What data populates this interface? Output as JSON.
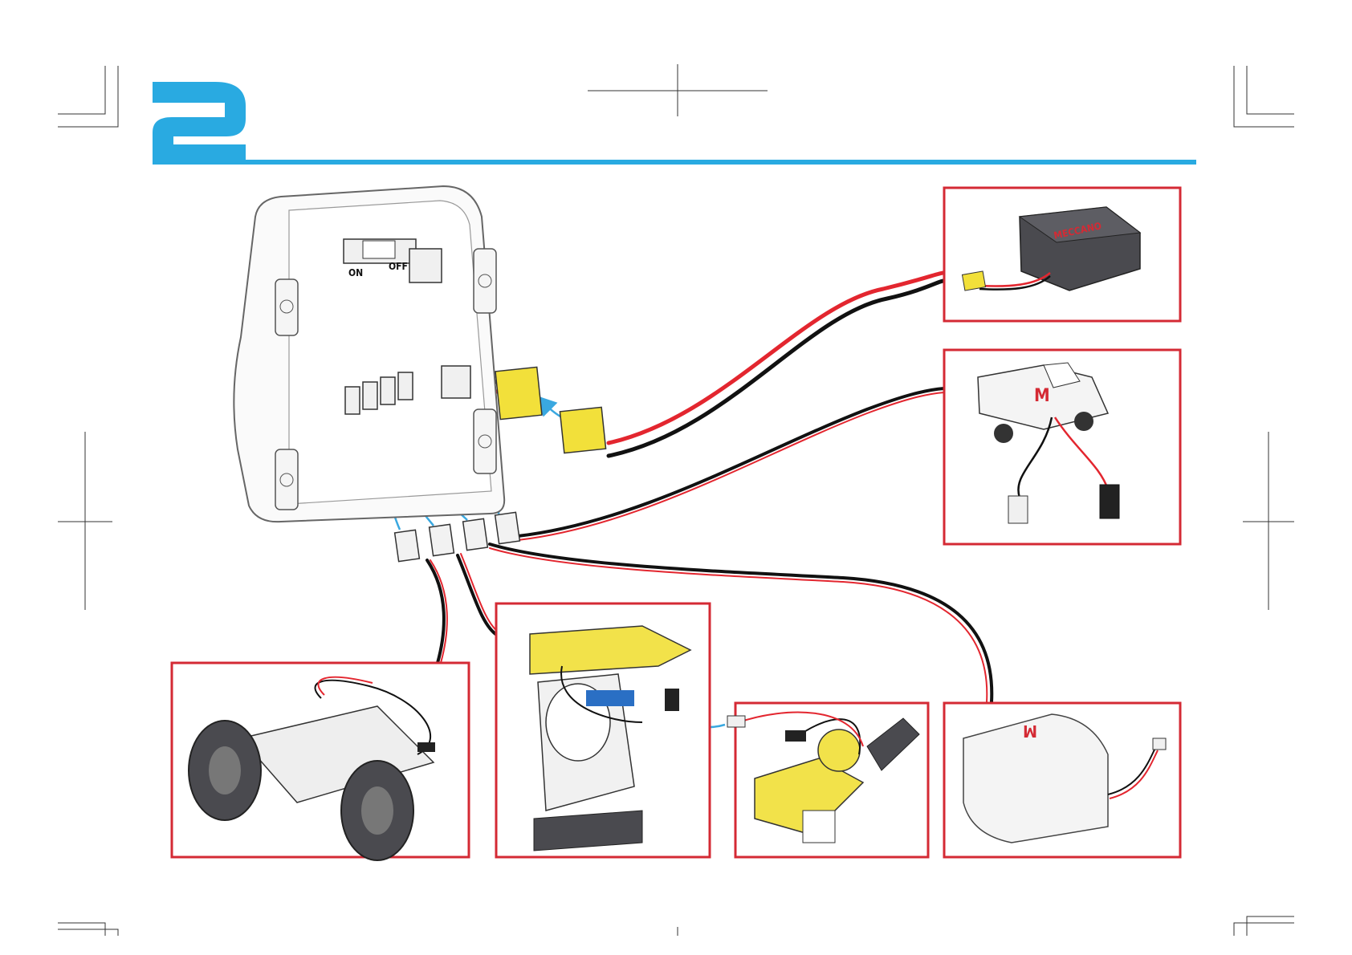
{
  "step": {
    "number": "2"
  },
  "hub": {
    "switch_on_label": "ON",
    "switch_off_label": "OFF"
  },
  "parts": {
    "battery": {
      "brand": "MECCANO"
    },
    "head_logo": "M",
    "sensor_logo": "M"
  },
  "colors": {
    "accent_blue": "#29aae1",
    "box_red": "#d42a34",
    "wire_red": "#e3262f",
    "wire_black": "#111111",
    "connector_yellow": "#f2e03a",
    "arrow_blue": "#3aa8e0",
    "part_gray": "#4a4a4f",
    "part_yellow": "#f2e24a"
  },
  "icons": [
    "arrow-icon",
    "connector-icon",
    "meccano-logo-icon"
  ]
}
